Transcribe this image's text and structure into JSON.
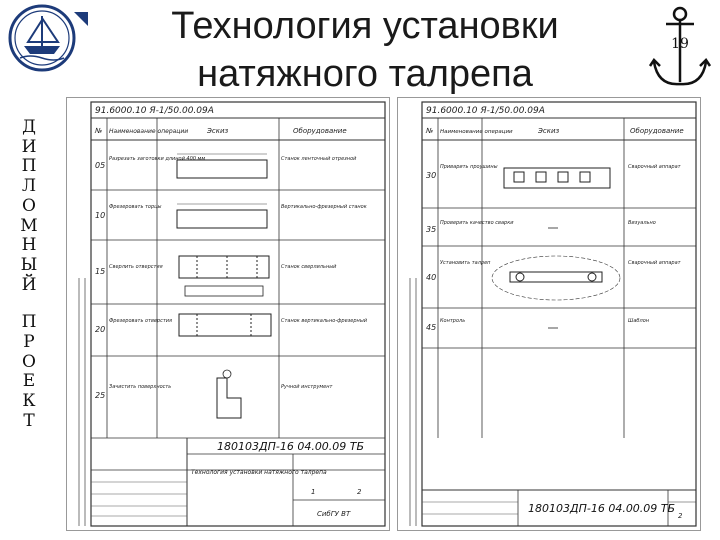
{
  "slide": {
    "title_line1": "Технология установки",
    "title_line2": "натяжного талрепа",
    "page_number": "19",
    "side_word1": [
      "Д",
      "И",
      "П",
      "Л",
      "О",
      "М",
      "Н",
      "Ы",
      "Й"
    ],
    "side_word2": [
      "П",
      "Р",
      "О",
      "Е",
      "К",
      "Т"
    ]
  },
  "sheet1": {
    "doc_code_rotated": "91.6000.10 Я-1/50.00.09А",
    "headers": [
      "№",
      "Наименование операции",
      "Эскиз",
      "Оборудование"
    ],
    "ops": [
      {
        "no": "05",
        "name": "Разрезать заготовки длиной 400 мм",
        "equip": "Станок ленточный отрезной"
      },
      {
        "no": "10",
        "name": "Фрезеровать торцы",
        "equip": "Вертикально-фрезерный станок"
      },
      {
        "no": "15",
        "name": "Сверлить отверстия",
        "equip": "Станок сверлильный"
      },
      {
        "no": "20",
        "name": "Фрезеровать отверстия",
        "equip": "Станок вертикально-фрезерный"
      },
      {
        "no": "25",
        "name": "Зачистить поверхность",
        "equip": "Ручной инструмент"
      }
    ],
    "stamp_code": "180103ДП-16 04.00.09 ТБ",
    "stamp_title": "Технология установки натяжного талрепа",
    "stamp_org": "СибГУ ВТ",
    "stamp_sheet": "1",
    "stamp_sheets": "2"
  },
  "sheet2": {
    "doc_code_rotated": "91.6000.10 Я-1/50.00.09А",
    "headers": [
      "№",
      "Наименование операции",
      "Эскиз",
      "Оборудование"
    ],
    "ops": [
      {
        "no": "30",
        "name": "Приварить проушины",
        "equip": "Сварочный аппарат"
      },
      {
        "no": "35",
        "name": "Проверить качество сварки",
        "equip": "Визуально"
      },
      {
        "no": "40",
        "name": "Установить талреп",
        "equip": "Сварочный аппарат"
      },
      {
        "no": "45",
        "name": "Контроль",
        "equip": "Шаблон"
      }
    ],
    "stamp_code": "180103ДП-16 04.00.09 ТБ",
    "stamp_sheet": "2"
  }
}
